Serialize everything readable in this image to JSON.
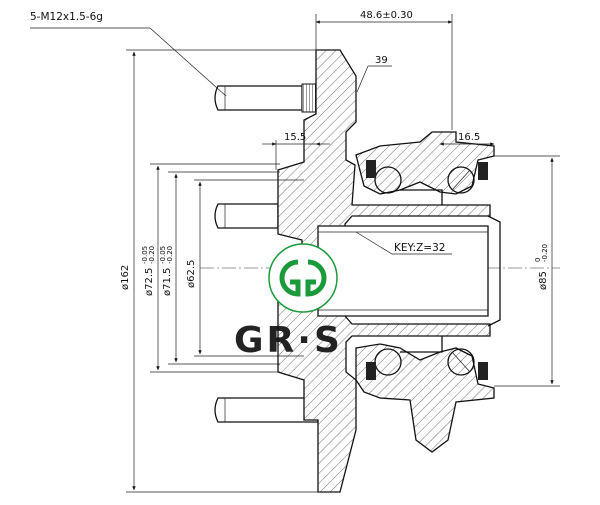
{
  "callouts": {
    "stud_thread": "5-M12x1.5-6g",
    "key_teeth": "KEY:Z=32",
    "chamfer_mark": "39"
  },
  "dimensions": {
    "width_48_6": "48.6±0.30",
    "flange_15_5": "15.5",
    "bearing_16_5": "16.5",
    "dia_162": "ø162",
    "dia_72_5": "ø72.5",
    "dia_72_5_tol": "-0.05",
    "dia_72_5_tol2": "-0.20",
    "dia_71_5": "ø71.5",
    "dia_71_5_tol": "-0.05",
    "dia_71_5_tol2": "-0.20",
    "dia_62_5": "ø62.5",
    "dia_85": "ø85",
    "dia_85_tol": "0",
    "dia_85_tol2": "-0.20"
  },
  "watermark": {
    "brand": "GR·S",
    "colors": {
      "green": "#1a9a3a",
      "dark": "#111111"
    }
  }
}
